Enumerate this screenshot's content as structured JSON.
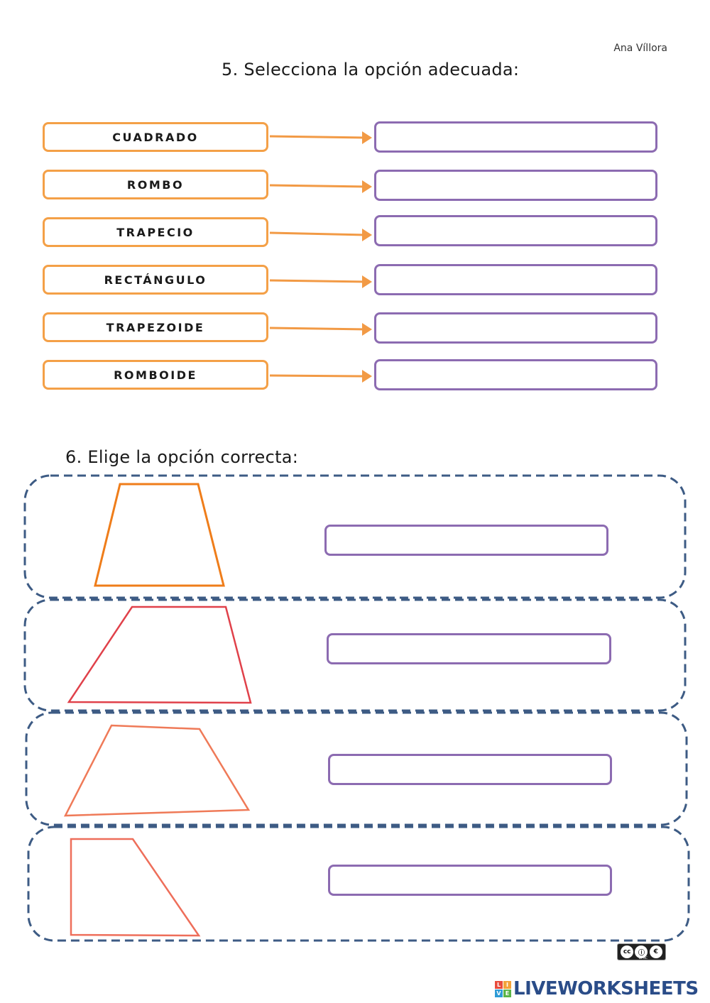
{
  "author": "Ana Víllora",
  "exercise5": {
    "title": "5. Selecciona la opción adecuada:",
    "rows": [
      {
        "label": "CUADRADO"
      },
      {
        "label": "ROMBO"
      },
      {
        "label": "TRAPECIO"
      },
      {
        "label": "RECTÁNGULO"
      },
      {
        "label": "TRAPEZOIDE"
      },
      {
        "label": "ROMBOIDE"
      }
    ]
  },
  "exercise6": {
    "title": "6. Elige la opción correcta:",
    "shapes": [
      {
        "name": "isosceles-trapezoid",
        "color": "#ef7d1a"
      },
      {
        "name": "scalene-trapezoid",
        "color": "#e0414a"
      },
      {
        "name": "irregular-quadrilateral",
        "color": "#ef7a58"
      },
      {
        "name": "right-trapezoid",
        "color": "#ee6e5a"
      }
    ]
  },
  "colors": {
    "label_border": "#f4a047",
    "arrow": "#f29a45",
    "answer_border": "#8c6bb1",
    "dashed_border": "#3d5b84"
  },
  "footer": {
    "license_icon": "cc-by-nc-icon",
    "license_text": "BY NC",
    "brand": "LIVEWORKSHEETS",
    "brand_logo_letters": [
      "L",
      "I",
      "V",
      "E"
    ]
  }
}
